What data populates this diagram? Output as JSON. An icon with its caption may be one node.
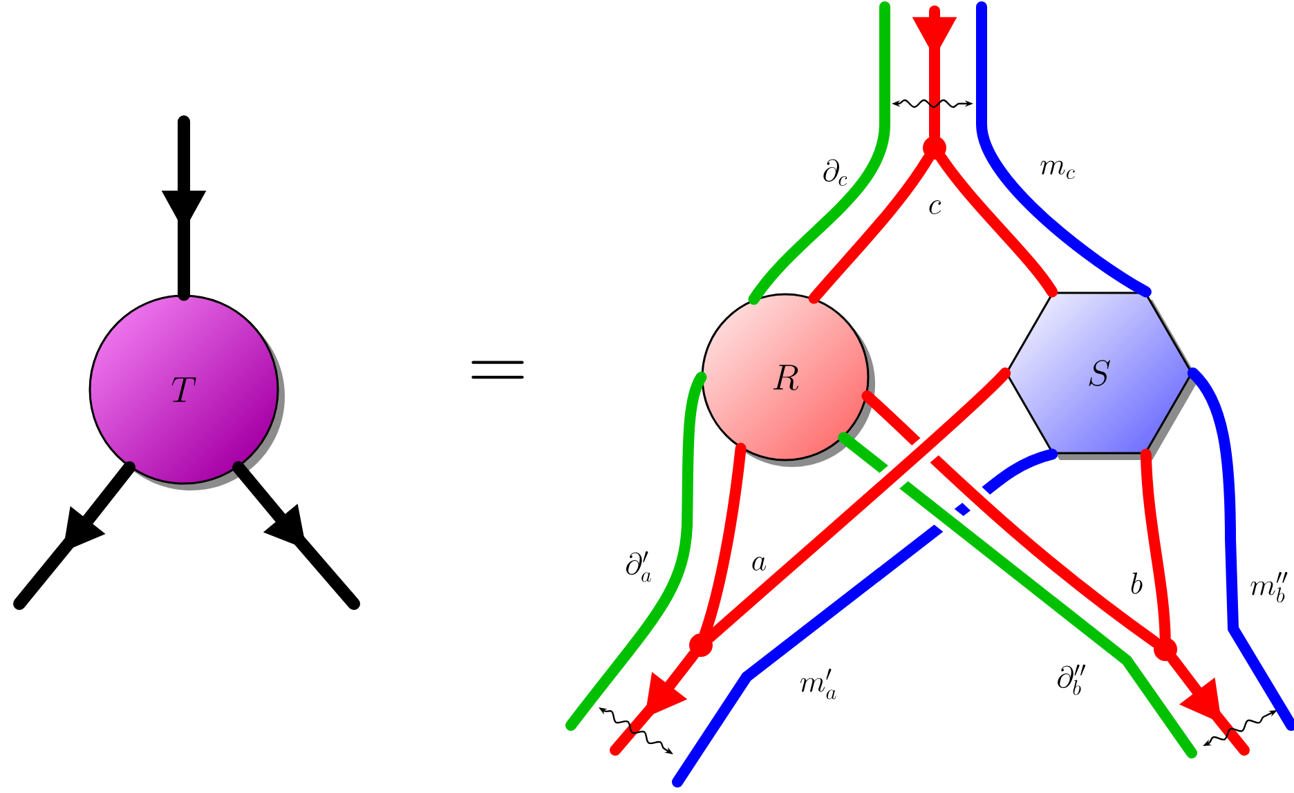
{
  "diagram": {
    "nodes": [
      {
        "text": [
          "T"
        ]
      },
      {
        "text": [
          "R"
        ]
      },
      {
        "text": [
          "S"
        ]
      },
      {
        "text": [],
        "shape": "circle"
      },
      {
        "text": [],
        "shape": "circle"
      },
      {
        "text": [],
        "shape": "circle"
      }
    ],
    "edges": [
      {
        "from": null,
        "to": 0,
        "arrow": "to",
        "color": "#000000"
      },
      {
        "from": 0,
        "to": null,
        "arrow": "to",
        "color": "#000000"
      },
      {
        "from": 0,
        "to": null,
        "arrow": "to",
        "color": "#000000"
      },
      {
        "from": null,
        "to": 2,
        "arrow": "none",
        "color": "#0000ff",
        "label": "m_c"
      },
      {
        "from": 2,
        "to": null,
        "arrow": "none",
        "color": "#0000ff",
        "label": "m''_b"
      },
      {
        "from": 2,
        "to": null,
        "arrow": "none",
        "color": "#0000ff",
        "label": "m'_a"
      },
      {
        "from": null,
        "to": 1,
        "arrow": "none",
        "color": "#00c000",
        "label": "\\partial_c"
      },
      {
        "from": 1,
        "to": null,
        "arrow": "none",
        "color": "#00c000",
        "label": "\\partial'_a"
      },
      {
        "from": 1,
        "to": null,
        "arrow": "none",
        "color": "#00c000",
        "label": "\\partial''_b"
      },
      {
        "from": null,
        "to": 3,
        "arrow": "to"
      },
      {
        "from": 3,
        "to": 1,
        "arrow": "none"
      },
      {
        "from": 3,
        "to": 2,
        "arrow": "none"
      },
      {
        "from": 1,
        "to": 4,
        "arrow": "none",
        "label": "a"
      },
      {
        "from": 2,
        "to": 5,
        "arrow": "none",
        "label": "b"
      },
      {
        "from": 4,
        "to": null,
        "arrow": "to"
      },
      {
        "from": 5,
        "to": null,
        "arrow": "to"
      },
      {
        "from": 1,
        "to": 5,
        "arrow": "none"
      },
      {
        "from": 2,
        "to": 4,
        "arrow": "none"
      }
    ],
    "labels": [
      "=",
      "c"
    ]
  }
}
